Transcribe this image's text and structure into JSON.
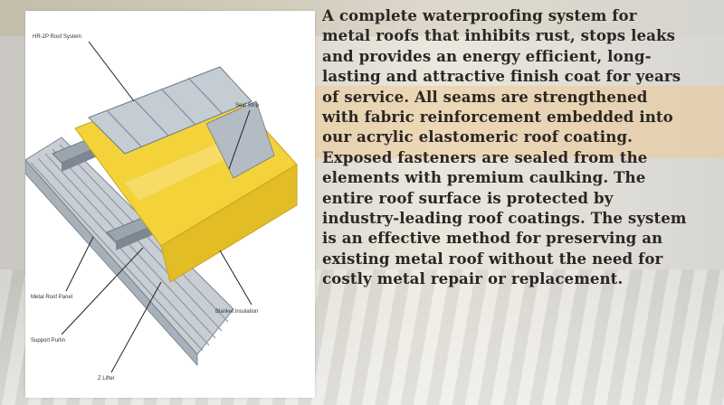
{
  "diagram": {
    "callouts": {
      "roof_system": "HR-2P Roof System",
      "sealer": "Seal Strip",
      "panel": "Metal Roof Panel",
      "insulation": "Blanket Insulation",
      "purlin": "Support Purlin",
      "z_purlin": "Z Lifter"
    },
    "colors": {
      "insulation": "#f3d23a",
      "metal": "#b9c3cc",
      "steel": "#8e9aa5"
    }
  },
  "body_text": {
    "lines": [
      "A complete waterproofing system for",
      "metal roofs that inhibits rust, stops leaks",
      "and provides an energy efficient, long-",
      "lasting and attractive finish coat for years",
      "of service. All seams are strengthened",
      "with fabric reinforcement embedded into",
      "our acrylic elastomeric roof coating.",
      "Exposed fasteners are sealed from the",
      "elements with premium caulking. The",
      "entire roof surface is protected by",
      "industry-leading roof coatings. The system",
      "is an effective method for preserving an",
      "existing metal roof without the need for",
      "costly metal repair or replacement."
    ]
  }
}
